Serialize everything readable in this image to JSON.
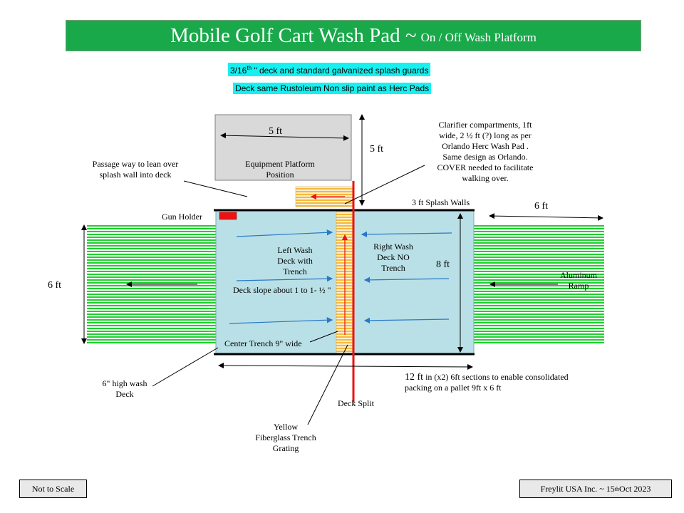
{
  "header": {
    "title_main": "Mobile Golf Cart Wash Pad ~",
    "title_sub": "On / Off  Wash  Platform",
    "colors": {
      "banner": "#19a94a",
      "note_bg": "#17f0f0"
    }
  },
  "notes": {
    "deck_thickness_pre": "3/16",
    "deck_thickness_sup": "th",
    "deck_thickness_post": " \"  deck and standard galvanized splash guards",
    "paint": "Deck same Rustoleum Non slip paint as Herc Pads"
  },
  "diagram": {
    "equipment_platform_width": "5 ft",
    "equipment_platform_label_1": "Equipment Platform",
    "equipment_platform_label_2": "Position",
    "equipment_platform_depth": "5 ft",
    "clarifier_note": [
      "Clarifier compartments, 1ft",
      "wide, 2 ½ ft (?)  long as per",
      "Orlando Herc Wash Pad .",
      "Same design as Orlando.",
      "COVER needed to facilitate",
      "walking over."
    ],
    "passage_note": [
      "Passage way to lean over",
      "splash wall into deck"
    ],
    "splash_walls": "3 ft Splash Walls",
    "gun_holder": "Gun Holder",
    "left_ramp_width": "6 ft",
    "right_ramp_width": "6 ft",
    "deck_depth": "8 ft",
    "left_deck_label": [
      "Left Wash",
      "Deck with",
      "Trench"
    ],
    "right_deck_label": [
      "Right Wash",
      "Deck NO",
      "Trench"
    ],
    "deck_slope": "Deck slope about 1 to 1- ½ \"",
    "center_trench": "Center Trench 9\" wide",
    "aluminum_ramp": [
      "Aluminum",
      "Ramp"
    ],
    "deck_height": [
      "6\" high wash",
      "Deck"
    ],
    "deck_split": "Deck Split",
    "grating": [
      "Yellow",
      "Fiberglass Trench",
      "Grating"
    ],
    "length_value": "12 ft",
    "length_note_1": " in (x2) 6ft sections to enable consolidated",
    "length_note_2": "packing on a pallet 9ft x 6 ft",
    "colors": {
      "ramp_green": "#1fcf2f",
      "deck": "#b9e0e6",
      "trench": "#f7c863",
      "split_red": "#ee1111",
      "flow_blue": "#2a78c8"
    }
  },
  "footer": {
    "scale_note": "Not to Scale",
    "credit_pre": "Freylit USA Inc. ~ 15",
    "credit_sup": "th",
    "credit_post": " Oct 2023"
  }
}
